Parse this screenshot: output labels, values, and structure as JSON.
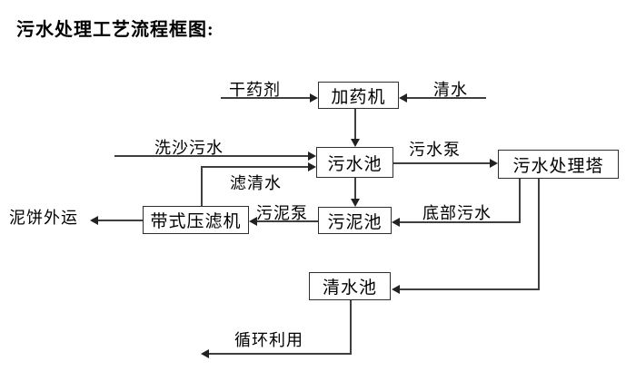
{
  "title": "污水处理工艺流程框图:",
  "colors": {
    "background": "#ffffff",
    "line": "#3f3f3f",
    "box_border": "#2f2f2f",
    "text": "#000000"
  },
  "nodes": {
    "dosing_machine": "加药机",
    "sewage_pool": "污水池",
    "treatment_tower": "污水处理塔",
    "sludge_pool": "污泥池",
    "belt_filter_press": "带式压滤机",
    "clean_water_pool": "清水池"
  },
  "flows": {
    "dry_chemical": "干药剂",
    "clean_water": "清水",
    "sand_wash_sewage": "洗沙污水",
    "sewage_pump": "污水泵",
    "filtered_water": "滤清水",
    "sludge_pump": "污泥泵",
    "bottom_sewage": "底部污水",
    "mud_cake_out": "泥饼外运",
    "recycling": "循环利用"
  }
}
